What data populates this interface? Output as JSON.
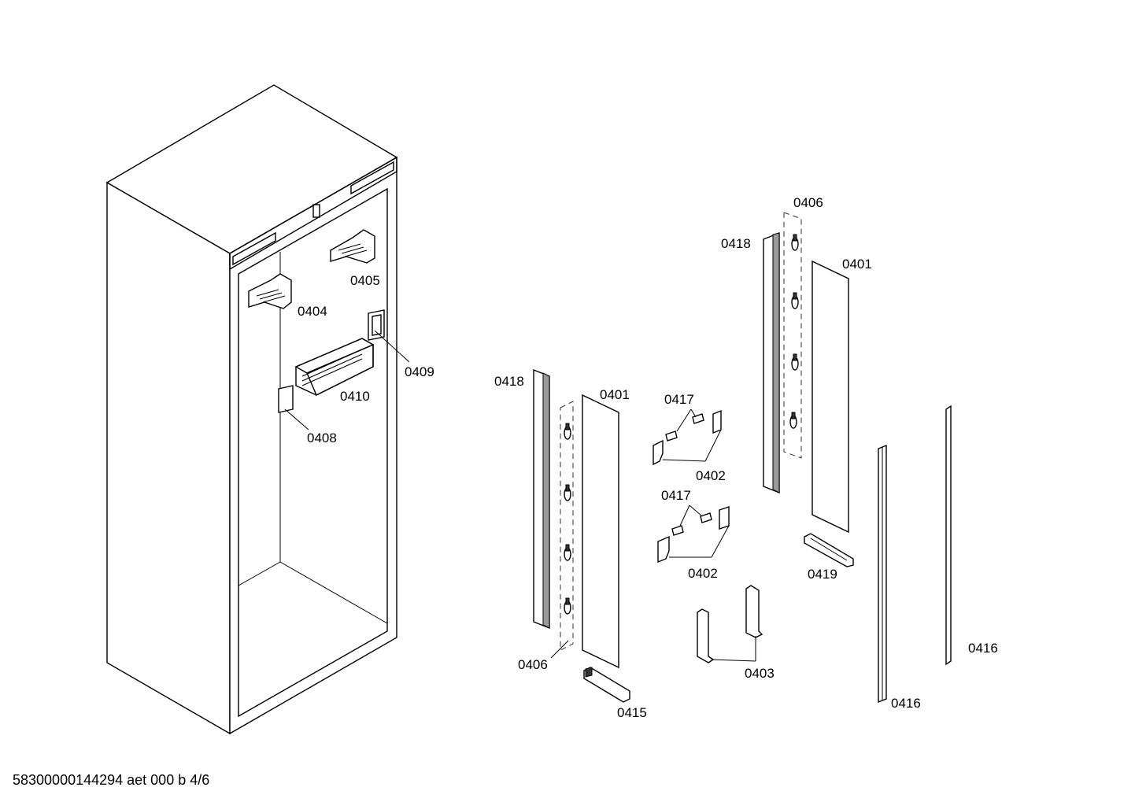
{
  "labels": {
    "p0405": "0405",
    "p0404": "0404",
    "p0409": "0409",
    "p0410": "0410",
    "p0408": "0408",
    "p0418_left": "0418",
    "p0401_left": "0401",
    "p0406_left": "0406",
    "p0415": "0415",
    "p0417_top": "0417",
    "p0402_top": "0402",
    "p0417_bottom": "0417",
    "p0402_bottom": "0402",
    "p0403": "0403",
    "p0406_right": "0406",
    "p0418_right": "0418",
    "p0401_right": "0401",
    "p0419": "0419",
    "p0416_left": "0416",
    "p0416_right": "0416"
  },
  "footer": {
    "drawing_id": "58300000144294 aet 000 b 4/6"
  }
}
